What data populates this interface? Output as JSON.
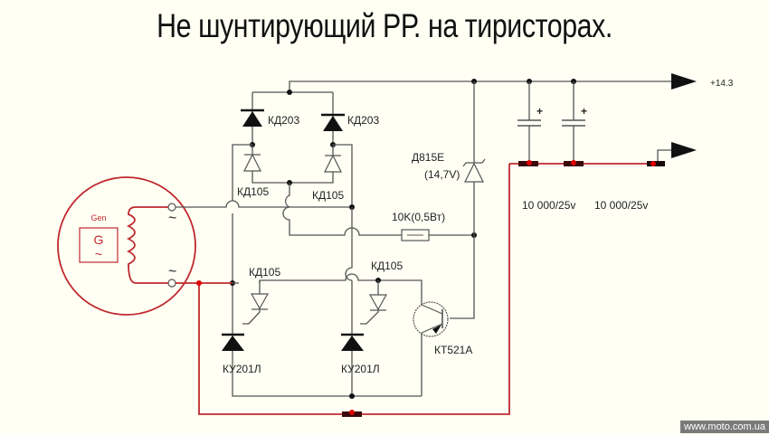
{
  "title": "Не шунтирующий РР. на тиристорах.",
  "watermark": "www.moto.com.ua",
  "generator": {
    "label": "Gen",
    "symbol": "G",
    "ac_symbol": "~",
    "terminal_top": "~",
    "terminal_bottom": "~"
  },
  "components": {
    "diode_left_top": "КД203",
    "diode_right_top": "КД203",
    "diode_left_small": "КД105",
    "diode_right_small": "КД105",
    "diode_left_bottom": "КД105",
    "diode_right_bottom": "КД105",
    "zener_name": "Д815Е",
    "zener_voltage": "(14,7V)",
    "resistor": "10K(0,5Вт)",
    "thyristor_left": "КУ201Л",
    "thyristor_right": "КУ201Л",
    "transistor": "КТ521А",
    "cap1": "10 000/25v",
    "cap2": "10 000/25v",
    "cap_plus": "+"
  },
  "outputs": {
    "positive": "+14.3"
  },
  "colors": {
    "wire": "#555555",
    "ground_wire": "#c0282d",
    "background": "#fffff4"
  }
}
